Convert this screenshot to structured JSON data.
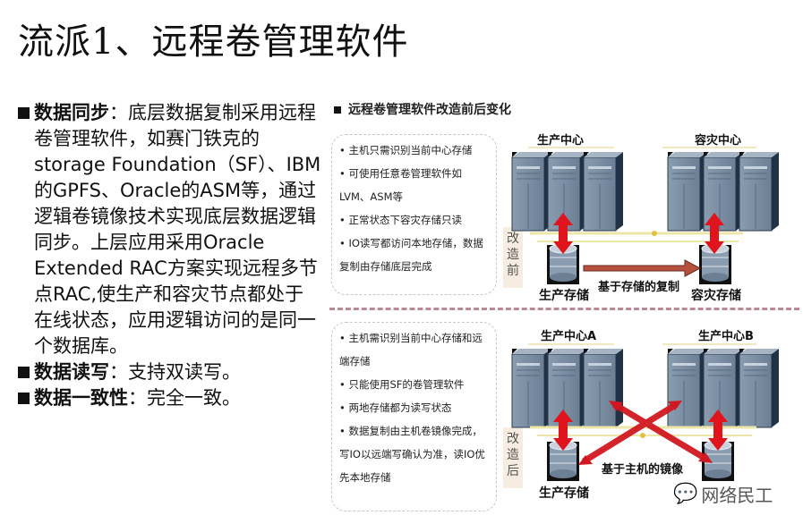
{
  "title": "流派1、远程卷管理软件",
  "left_panel": {
    "bullets": [
      {
        "heading": "数据同步",
        "text": "：底层数据复制采用远程卷管理软件，如赛门铁克的storage Foundation（SF）、IBM的GPFS、Oracle的ASM等，通过逻辑卷镜像技术实现底层数据逻辑同步。上层应用采用Oracle Extended RAC方案实现远程多节点RAC,使生产和容灾节点都处于在线状态，应用逻辑访问的是同一个数据库。"
      },
      {
        "heading": "数据读写",
        "text": "：支持双读写。"
      },
      {
        "heading": "数据一致性",
        "text": "：完全一致。"
      }
    ]
  },
  "diagram": {
    "title": "远程卷管理软件改造前后变化",
    "before": {
      "stage_label": "改造前",
      "notes": [
        "• 主机只需识别当前中心存储",
        "• 可使用任意卷管理软件如LVM、ASM等",
        "• 正常状态下容灾存储只读",
        "• IO读写都访问本地存储，数据复制由存储底层完成"
      ],
      "left_center": "生产中心",
      "right_center": "容灾中心",
      "left_storage": "生产存储",
      "right_storage": "容灾存储",
      "link_label": "基于存储的复制"
    },
    "after": {
      "stage_label": "改造后",
      "notes": [
        "• 主机需识别当前中心存储和远端存储",
        "• 只能使用SF的卷管理软件",
        "• 两地存储都为读写状态",
        "• 数据复制由主机卷镜像完成，写IO以远端写确认为准，读IO优先本地存储"
      ],
      "left_center": "生产中心A",
      "right_center": "生产中心B",
      "left_storage": "生产存储",
      "right_storage": "生产存储",
      "link_label": "基于主机的镜像"
    },
    "colors": {
      "arrow_red": "#e0141c",
      "replication_arrow": "#b5523e",
      "server": "#7d8fa3",
      "divider": "#b88a94"
    }
  },
  "watermark": {
    "icon": "wechat-icon",
    "text": "网络民工"
  }
}
